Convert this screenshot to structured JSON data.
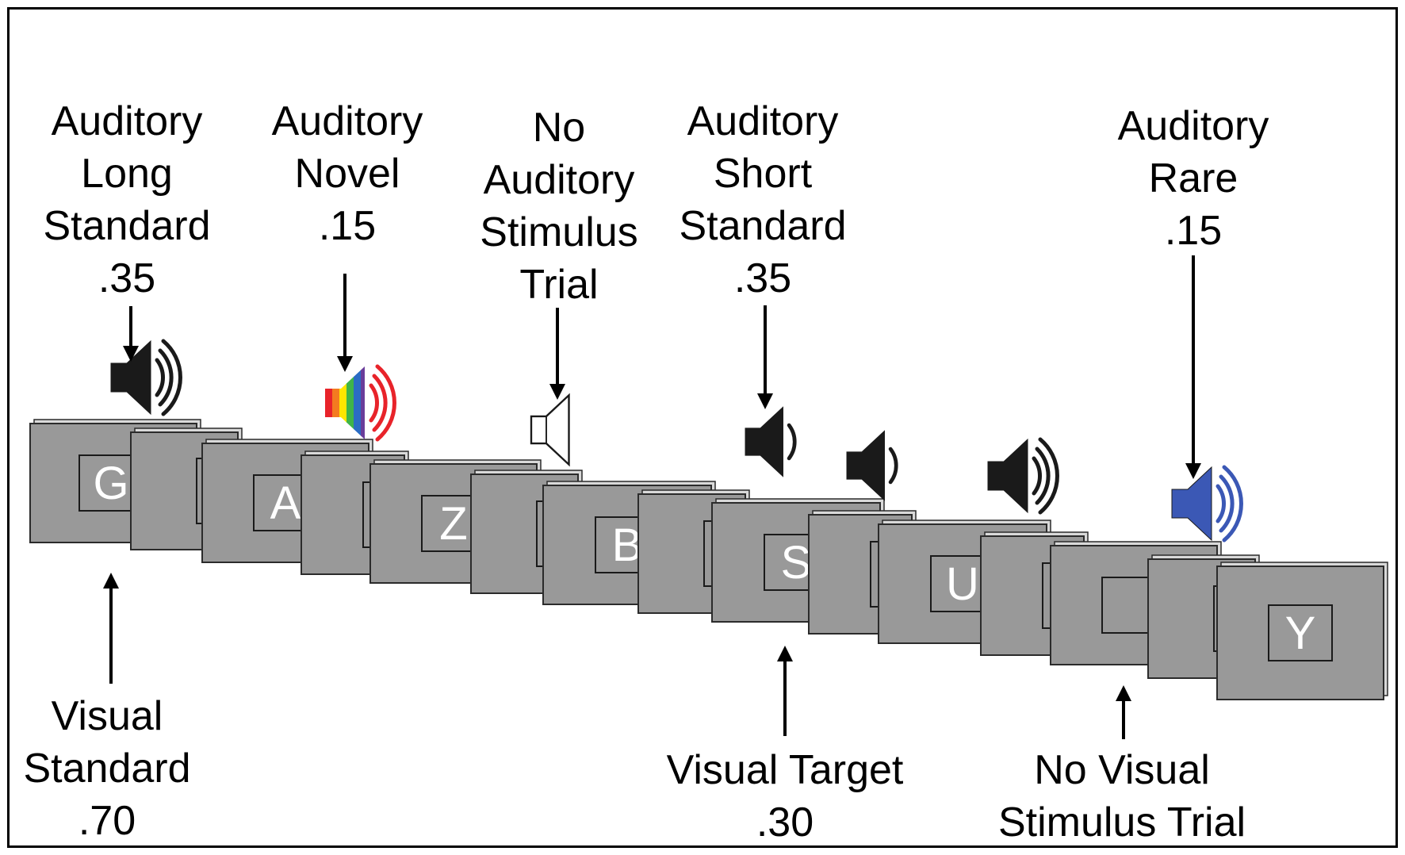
{
  "auditory_labels": [
    {
      "id": "long-standard",
      "lines": [
        "Auditory",
        "Long",
        "Standard",
        ".35"
      ]
    },
    {
      "id": "novel",
      "lines": [
        "Auditory",
        "Novel",
        ".15"
      ]
    },
    {
      "id": "no-stimulus",
      "lines": [
        "No",
        "Auditory",
        "Stimulus",
        "Trial"
      ]
    },
    {
      "id": "short-standard",
      "lines": [
        "Auditory",
        "Short",
        "Standard",
        ".35"
      ]
    },
    {
      "id": "rare",
      "lines": [
        "Auditory",
        "Rare",
        ".15"
      ]
    }
  ],
  "visual_labels": [
    {
      "id": "standard",
      "lines": [
        "Visual",
        "Standard",
        ".70"
      ]
    },
    {
      "id": "target",
      "lines": [
        "Visual Target",
        ".30"
      ]
    },
    {
      "id": "no-stimulus",
      "lines": [
        "No Visual",
        "Stimulus Trial"
      ]
    }
  ],
  "screens": [
    {
      "letter": "G"
    },
    {
      "letter": ""
    },
    {
      "letter": "A"
    },
    {
      "letter": ""
    },
    {
      "letter": "Z"
    },
    {
      "letter": ""
    },
    {
      "letter": "B"
    },
    {
      "letter": ""
    },
    {
      "letter": "S"
    },
    {
      "letter": ""
    },
    {
      "letter": "U"
    },
    {
      "letter": ""
    },
    {
      "letter": ""
    },
    {
      "letter": ""
    },
    {
      "letter": "Y"
    }
  ],
  "speakers": [
    {
      "kind": "long",
      "color": "#1a1a1a",
      "waves": 3
    },
    {
      "kind": "novel",
      "color": "rainbow",
      "wave_color": "#e8232a",
      "waves": 3
    },
    {
      "kind": "none",
      "color": "#ffffff",
      "waves": 0
    },
    {
      "kind": "short",
      "color": "#1a1a1a",
      "waves": 1
    },
    {
      "kind": "short",
      "color": "#1a1a1a",
      "waves": 1
    },
    {
      "kind": "long",
      "color": "#1a1a1a",
      "waves": 3
    },
    {
      "kind": "rare",
      "color": "#3b58b5",
      "waves": 3
    }
  ],
  "colors": {
    "screen_fill": "#999999",
    "screen_edge": "#2b2b2b",
    "letter": "#ffffff",
    "rainbow": [
      "#e8232a",
      "#f47b20",
      "#ffe600",
      "#3fb449",
      "#2b6cc4",
      "#6a3d9a"
    ]
  }
}
